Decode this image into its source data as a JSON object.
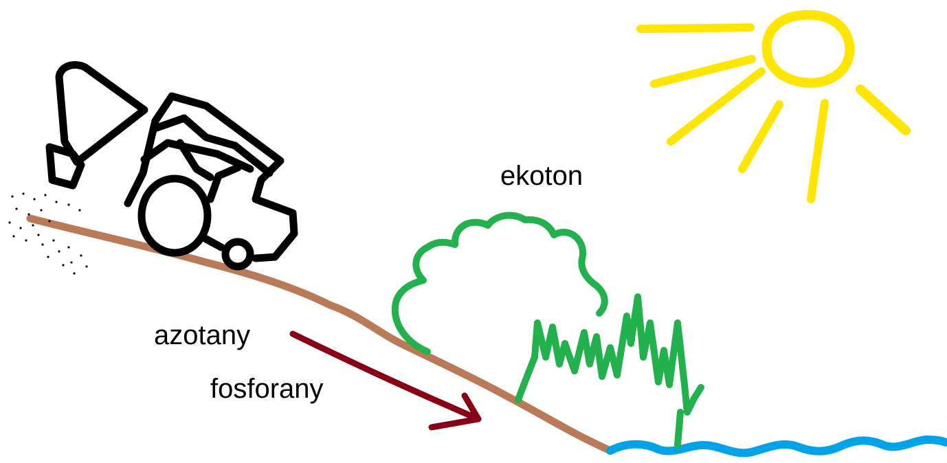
{
  "labels": {
    "ecotone": "ekoton",
    "nitrates": "azotany",
    "phosphates": "fosforany"
  },
  "colors": {
    "background": "#ffffff",
    "sun": "#ffe600",
    "soil_slope": "#b97a57",
    "vegetation": "#22b14c",
    "water": "#00a2e8",
    "runoff_arrow": "#880015",
    "tractor": "#000000",
    "spray": "#000000",
    "text": "#000000"
  },
  "icons": {
    "sun": "sun-icon",
    "tractor": "tractor-icon",
    "bush": "bush-icon",
    "grass": "grass-icon",
    "water": "water-waves-icon",
    "arrow": "runoff-arrow-icon"
  }
}
